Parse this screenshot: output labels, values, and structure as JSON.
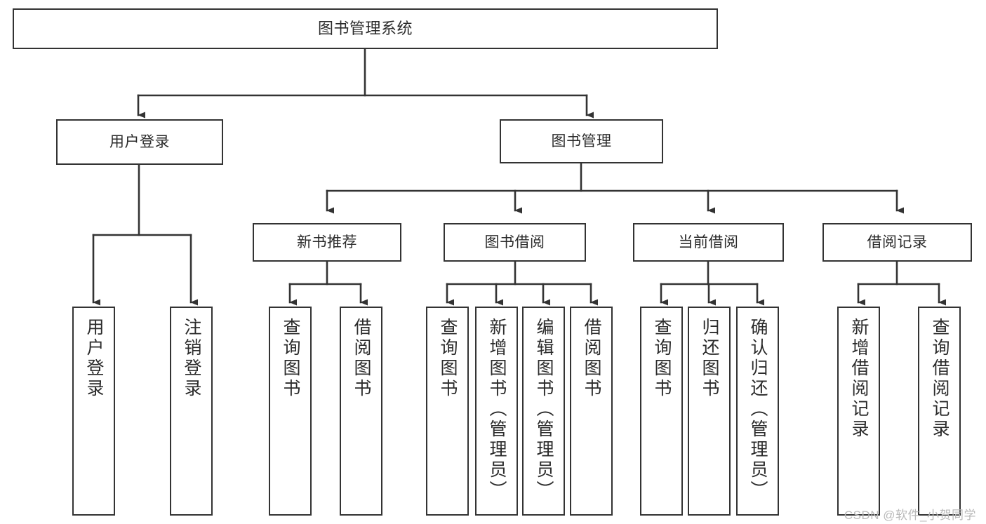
{
  "diagram": {
    "title": "图书管理系统",
    "type": "tree-hierarchy-chart",
    "watermark": "CSDN @软件_小贺同学",
    "colors": {
      "node_border": "#333333",
      "node_fill": "#ffffff",
      "edge": "#333333",
      "text": "#2b2b2b",
      "watermark": "#b9b9b9",
      "background": "#ffffff"
    },
    "root": {
      "label": "图书管理系统"
    },
    "level2": [
      {
        "id": "user-login",
        "label": "用户登录"
      },
      {
        "id": "book-management",
        "label": "图书管理"
      }
    ],
    "level3": [
      {
        "id": "new-book-recommend",
        "label": "新书推荐"
      },
      {
        "id": "book-borrow",
        "label": "图书借阅"
      },
      {
        "id": "current-borrow",
        "label": "当前借阅"
      },
      {
        "id": "borrow-record",
        "label": "借阅记录"
      }
    ],
    "leaves": {
      "user_login": [
        {
          "id": "leaf-user-login",
          "label": "用户登录"
        },
        {
          "id": "leaf-logout-login",
          "label": "注销登录"
        }
      ],
      "new_book_recommend": [
        {
          "id": "leaf-query-book-1",
          "label": "查询图书"
        },
        {
          "id": "leaf-borrow-book-1",
          "label": "借阅图书"
        }
      ],
      "book_borrow": [
        {
          "id": "leaf-query-book-2",
          "label": "查询图书"
        },
        {
          "id": "leaf-add-book-admin",
          "label": "新增图书（管理员）"
        },
        {
          "id": "leaf-edit-book-admin",
          "label": "编辑图书（管理员）"
        },
        {
          "id": "leaf-borrow-book-2",
          "label": "借阅图书"
        }
      ],
      "current_borrow": [
        {
          "id": "leaf-query-book-3",
          "label": "查询图书"
        },
        {
          "id": "leaf-return-book",
          "label": "归还图书"
        },
        {
          "id": "leaf-confirm-return-admin",
          "label": "确认归还（管理员）"
        }
      ],
      "borrow_record": [
        {
          "id": "leaf-add-borrow-record",
          "label": "新增借阅记录"
        },
        {
          "id": "leaf-query-borrow-record",
          "label": "查询借阅记录"
        }
      ]
    }
  }
}
